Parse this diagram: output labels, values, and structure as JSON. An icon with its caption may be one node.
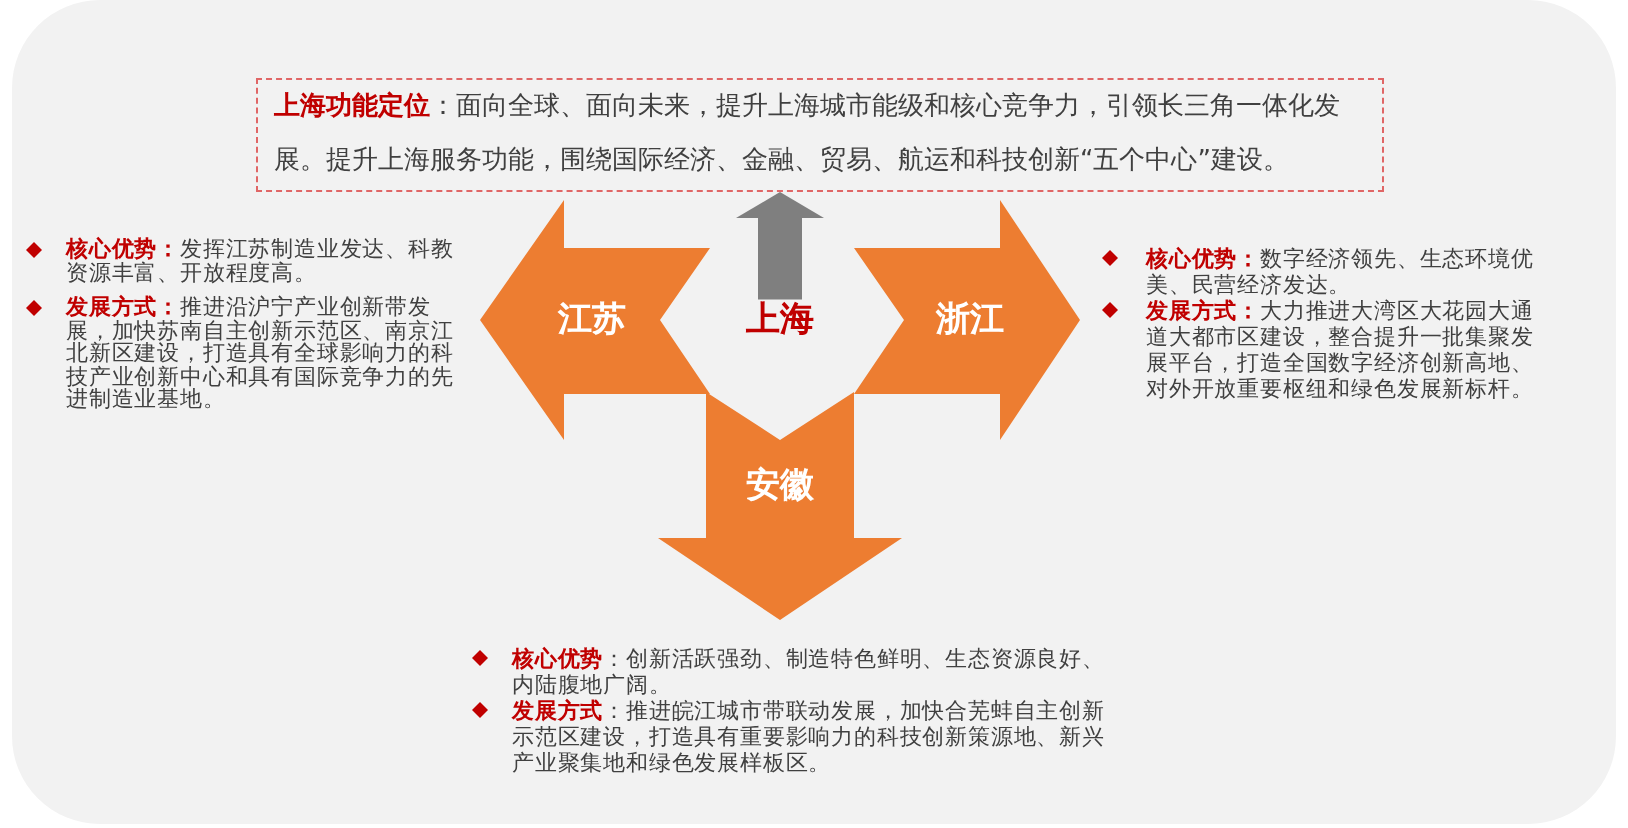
{
  "diagram": {
    "nodes": [
      {
        "text": [
          "**上海功能定位**：面向全球、面向未来，提升上海城市能级和核心竞争力，引领长三角一体化发展。提升上海服务功能，围绕国际经济、金融、贸易、航运和科技创新“五个中心”建设。"
        ]
      },
      {
        "text": [
          "江苏"
        ],
        "beside": [
          "**核心优势：**发挥江苏制造业发达、科教资源丰富、开放程度高。",
          "**发展方式：**推进沿沪宁产业创新带发展，加快苏南自主创新示范区、南京江北新区建设，打造具有全球影响力的科技产业创新中心和具有国际竞争力的先进制造业基地。"
        ]
      },
      {
        "text": [
          "上海"
        ]
      },
      {
        "text": [
          "浙江"
        ],
        "beside": [
          "**核心优势：**数字经济领先、生态环境优美、民营经济发达。",
          "**发展方式：**大力推进大湾区大花园大通道大都市区建设，整合提升一批集聚发展平台，打造全国数字经济创新高地、对外开放重要枢纽和绿色发展新标杆。"
        ]
      },
      {
        "text": [
          "安徽"
        ],
        "beside": [
          "**核心优势**：创新活跃强劲、制造特色鲜明、生态资源良好、内陆腹地广阔。",
          "**发展方式**：推进皖江城市带联动发展，加快合芜蚌自主创新示范区建设，打造具有重要影响力的科技创新策源地、新兴产业聚集地和绿色发展样板区。"
        ]
      }
    ],
    "edges": [
      {
        "from": 2,
        "to": 0,
        "arrow": "to"
      }
    ]
  }
}
